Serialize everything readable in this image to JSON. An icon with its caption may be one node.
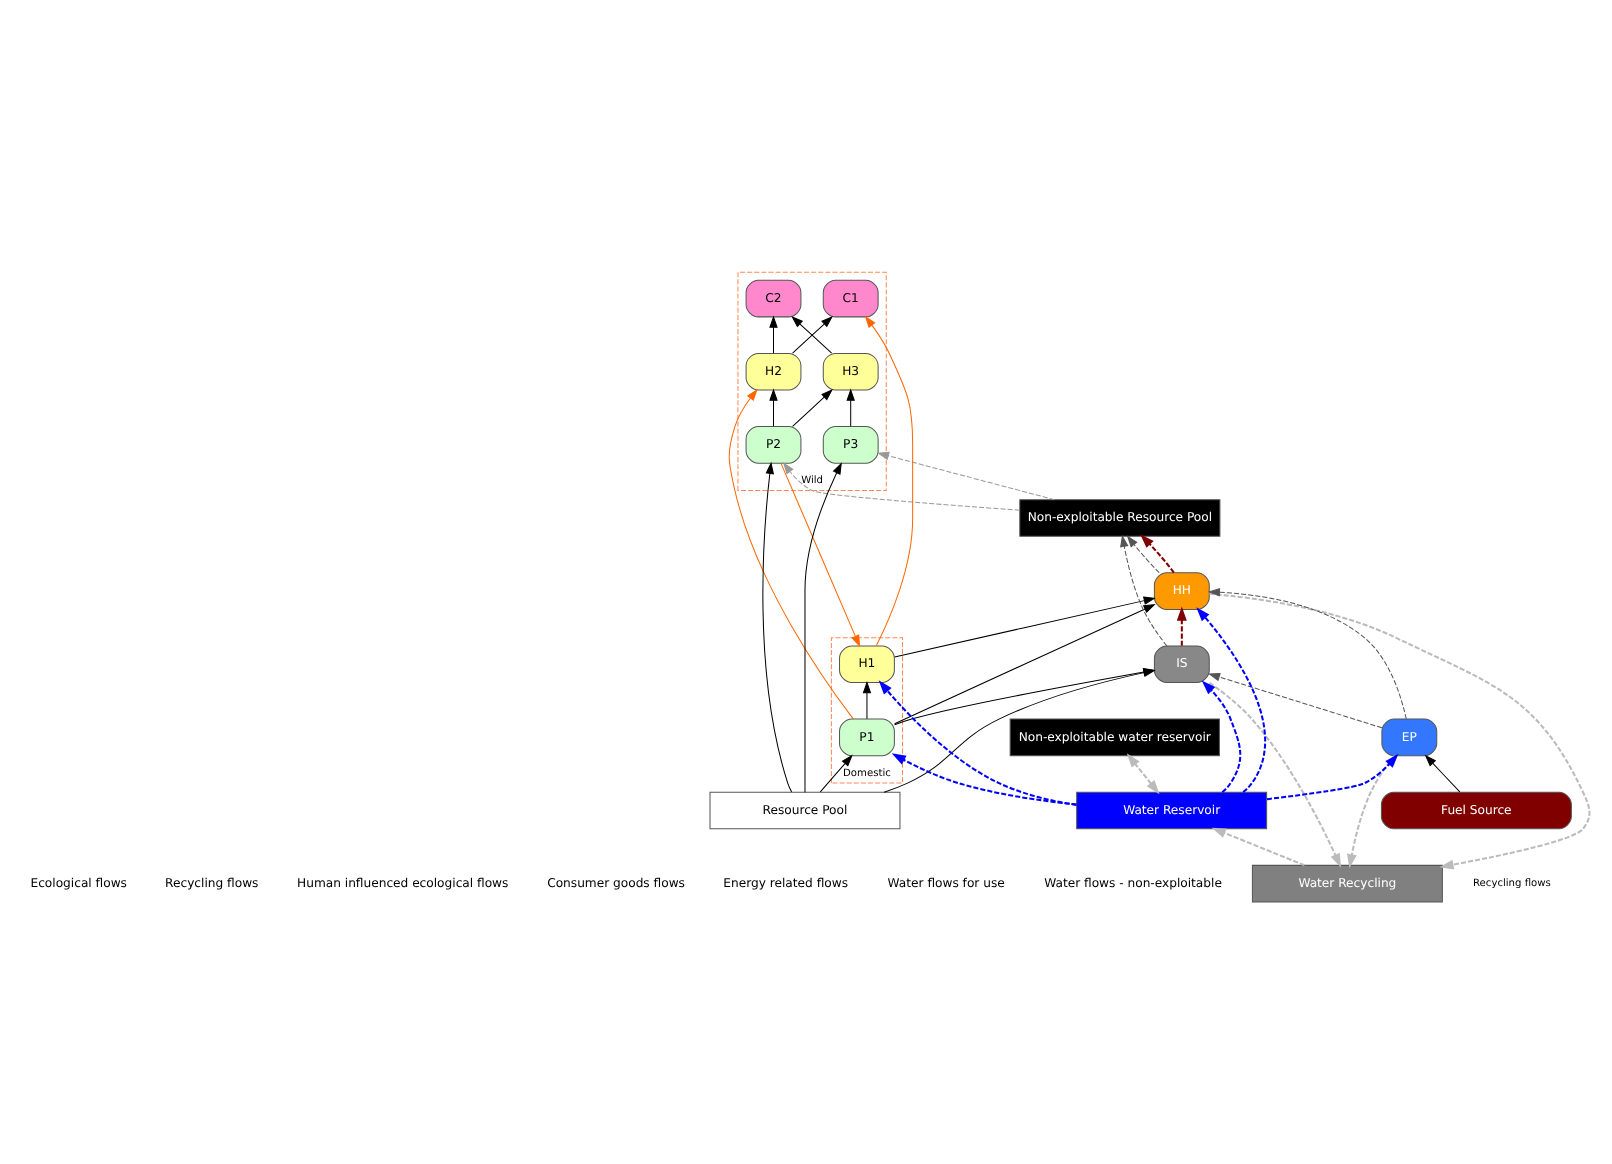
{
  "diagram": {
    "nodes": [
      {
        "text": [
          "Water Recycling"
        ]
      },
      {
        "text": [
          "Non-exploitable water reservoir"
        ]
      },
      {
        "text": [
          "Non-exploitable Resource Pool"
        ]
      },
      {
        "text": [
          "Wild"
        ]
      },
      {
        "text": [
          "C2"
        ],
        "in": 3
      },
      {
        "text": [
          "C1"
        ],
        "in": 3
      },
      {
        "text": [
          "H3"
        ],
        "in": 3
      },
      {
        "text": [
          "H2"
        ],
        "in": 3
      },
      {
        "text": [
          "Domestic"
        ]
      },
      {
        "text": [
          "H1"
        ],
        "in": 8
      },
      {
        "text": [
          "P3"
        ],
        "in": 3
      },
      {
        "text": [
          "P2"
        ],
        "in": 3
      },
      {
        "text": [
          "P1"
        ],
        "in": 8
      },
      {
        "text": [
          "HH"
        ]
      },
      {
        "text": [
          "IS"
        ]
      },
      {
        "text": [
          "EP"
        ]
      },
      {
        "text": [
          "Resource Pool"
        ]
      },
      {
        "text": [
          "Water Reservoir"
        ]
      },
      {
        "text": [
          "Fuel Source"
        ]
      }
    ],
    "edges": [
      {
        "from": 16,
        "to": 10,
        "arrow": "to"
      },
      {
        "from": 16,
        "to": 11,
        "arrow": "to"
      },
      {
        "from": 16,
        "to": 12,
        "arrow": "to"
      },
      {
        "from": 10,
        "to": 6,
        "arrow": "to"
      },
      {
        "from": 11,
        "to": 6,
        "arrow": "to"
      },
      {
        "from": 11,
        "to": 7,
        "arrow": "to"
      },
      {
        "from": 6,
        "to": 4,
        "arrow": "to"
      },
      {
        "from": 7,
        "to": 4,
        "arrow": "to"
      },
      {
        "from": 7,
        "to": 5,
        "arrow": "to"
      },
      {
        "from": 12,
        "to": 9,
        "arrow": "to"
      },
      {
        "from": 9,
        "to": 13,
        "arrow": "to"
      },
      {
        "from": 12,
        "to": 13,
        "arrow": "to"
      },
      {
        "from": 12,
        "to": 14,
        "arrow": "to"
      },
      {
        "from": 16,
        "to": 14,
        "arrow": "to"
      },
      {
        "from": 18,
        "to": 15,
        "arrow": "to"
      },
      {
        "from": 9,
        "to": 5,
        "arrow": "to",
        "color": "#ff6600"
      },
      {
        "from": 12,
        "to": 7,
        "arrow": "to",
        "color": "#ff6600"
      },
      {
        "from": 11,
        "to": 9,
        "arrow": "to",
        "color": "#ff6600"
      },
      {
        "from": 2,
        "to": 10,
        "arrow": "to",
        "style": "dashed",
        "color": "#999999"
      },
      {
        "from": 2,
        "to": 11,
        "arrow": "to",
        "style": "dashed",
        "color": "#999999"
      },
      {
        "from": 15,
        "to": 14,
        "arrow": "to",
        "style": "dashed",
        "color": "#555555"
      },
      {
        "from": 15,
        "to": 13,
        "arrow": "to",
        "style": "dashed",
        "color": "#555555"
      },
      {
        "from": 13,
        "to": 2,
        "arrow": "to",
        "style": "dashed",
        "color": "#555555"
      },
      {
        "from": 14,
        "to": 2,
        "arrow": "to",
        "style": "dashed",
        "color": "#555555"
      },
      {
        "from": 14,
        "to": 13,
        "arrow": "to",
        "style": "dashed",
        "color": "#800000"
      },
      {
        "from": 13,
        "to": 2,
        "arrow": "to",
        "style": "dashed",
        "color": "#800000"
      },
      {
        "from": 17,
        "to": 9,
        "arrow": "to",
        "style": "dashed",
        "color": "#0000ff"
      },
      {
        "from": 17,
        "to": 12,
        "arrow": "to",
        "style": "dashed",
        "color": "#0000ff"
      },
      {
        "from": 17,
        "to": 13,
        "arrow": "to",
        "style": "dashed",
        "color": "#0000ff"
      },
      {
        "from": 17,
        "to": 14,
        "arrow": "to",
        "style": "dashed",
        "color": "#0000ff"
      },
      {
        "from": 17,
        "to": 15,
        "arrow": "to",
        "style": "dashed",
        "color": "#0000ff"
      },
      {
        "from": 13,
        "to": 0,
        "arrow": "to",
        "style": "dashed",
        "color": "#bbbbbb"
      },
      {
        "from": 14,
        "to": 0,
        "arrow": "to",
        "style": "dashed",
        "color": "#bbbbbb"
      },
      {
        "from": 15,
        "to": 0,
        "arrow": "to",
        "style": "dashed",
        "color": "#bbbbbb"
      },
      {
        "from": 0,
        "to": 17,
        "arrow": "to",
        "style": "dashed",
        "color": "#bbbbbb"
      },
      {
        "from": 17,
        "to": 1,
        "arrow": "both",
        "style": "dashed",
        "color": "#bbbbbb"
      }
    ],
    "labels": [
      "Recycling flows"
    ],
    "legend": [
      {
        "text": "Ecological flows"
      },
      {
        "text": "Recycling flows"
      },
      {
        "text": "Human influenced ecological flows"
      },
      {
        "text": "Consumer goods flows"
      },
      {
        "text": "Energy related flows"
      },
      {
        "text": "Water flows for use"
      },
      {
        "text": "Water flows - non-exploitable"
      }
    ]
  }
}
